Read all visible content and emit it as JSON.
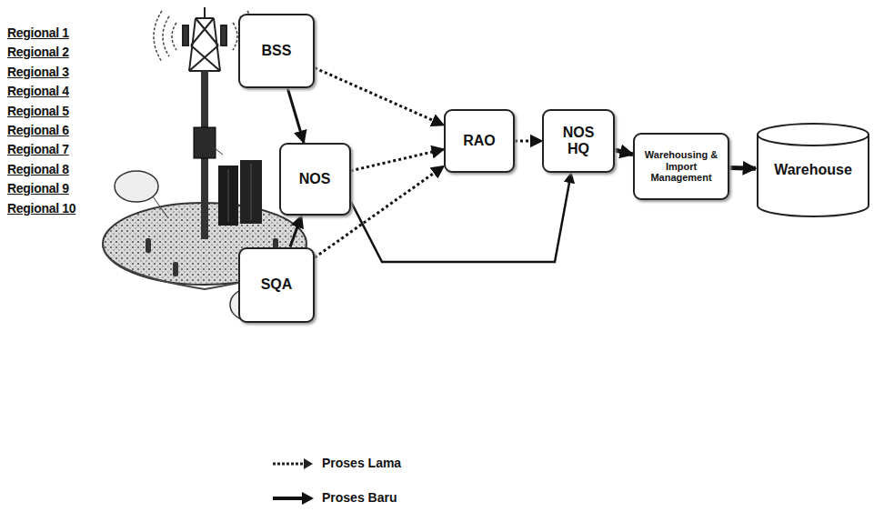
{
  "diagram": {
    "nodes": [
      {
        "text": [
          "BSS"
        ]
      },
      {
        "text": [
          "NOS"
        ]
      },
      {
        "text": [
          "SQA"
        ]
      },
      {
        "text": [
          "RAO"
        ]
      },
      {
        "text": [
          "NOS HQ"
        ]
      },
      {
        "text": [
          "Warehousing & Import Management"
        ]
      },
      {
        "text": [
          "Warehouse"
        ]
      }
    ],
    "edges": [
      {
        "from": 0,
        "to": 1,
        "arrow": "to"
      },
      {
        "from": 2,
        "to": 1,
        "arrow": "to"
      },
      {
        "from": 0,
        "to": 3,
        "arrow": "to"
      },
      {
        "from": 2,
        "to": 3,
        "arrow": "to"
      },
      {
        "from": 1,
        "to": 3,
        "arrow": "to"
      },
      {
        "from": 3,
        "to": 4,
        "arrow": "to"
      },
      {
        "from": 1,
        "to": 4,
        "arrow": "to"
      },
      {
        "from": 4,
        "to": 5,
        "arrow": "to"
      },
      {
        "from": 5,
        "to": 6,
        "arrow": "to"
      }
    ],
    "labels": [
      "Regional 1",
      "Regional 2",
      "Regional 3",
      "Regional 4",
      "Regional 5",
      "Regional 6",
      "Regional 7",
      "Regional 8",
      "Regional 9",
      "Regional 10"
    ],
    "legend": [
      {
        "text": "Proses Lama"
      },
      {
        "text": "Proses Baru"
      }
    ]
  }
}
